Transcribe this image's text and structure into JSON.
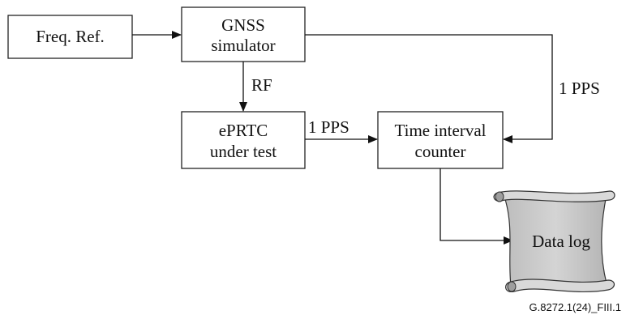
{
  "diagram": {
    "boxes": {
      "freq_ref": {
        "lines": [
          "Freq. Ref."
        ]
      },
      "gnss_simulator": {
        "lines": [
          "GNSS",
          "simulator"
        ]
      },
      "eprtc": {
        "lines": [
          "ePRTC",
          "under test"
        ]
      },
      "tic": {
        "lines": [
          "Time interval",
          "counter"
        ]
      },
      "data_log": {
        "lines": [
          "Data log"
        ]
      }
    },
    "edge_labels": {
      "rf": "RF",
      "pps_eprtc_to_tic": "1 PPS",
      "pps_gnss_to_tic": "1 PPS"
    },
    "figure_id": "G.8272.1(24)_FIII.1",
    "colors": {
      "stroke": "#222222",
      "scroll_fill": "#c9c9c9",
      "scroll_shade": "#9e9e9e",
      "background": "#ffffff"
    }
  }
}
